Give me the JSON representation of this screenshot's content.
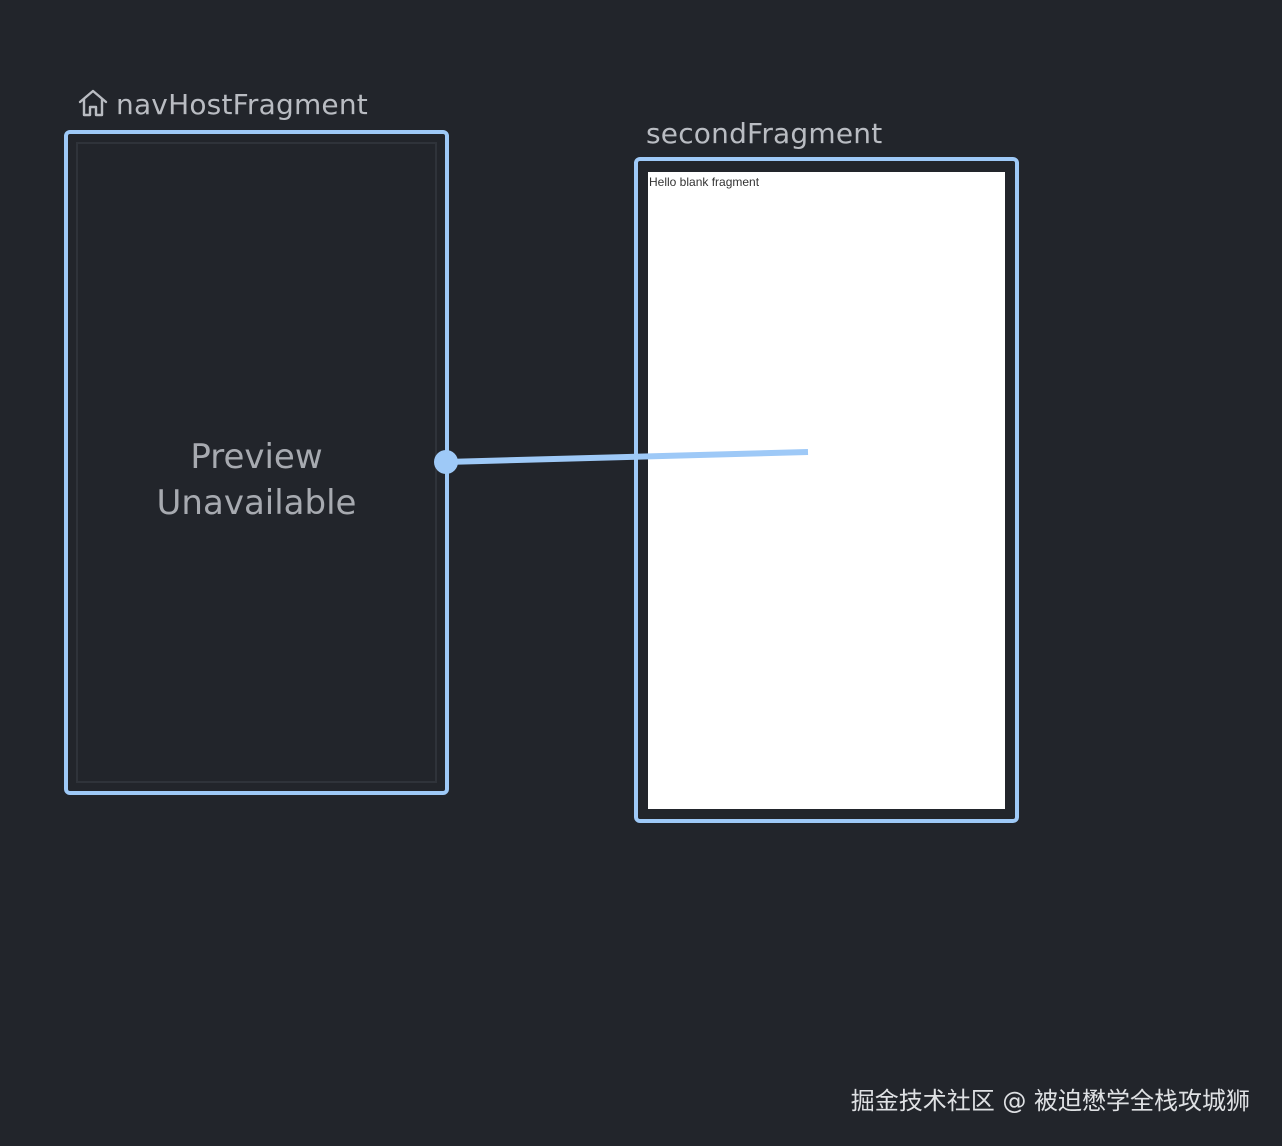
{
  "nav_graph": {
    "start_destination": {
      "label": "navHostFragment",
      "icon": "home-icon",
      "preview_line1": "Preview",
      "preview_line2": "Unavailable"
    },
    "destination": {
      "label": "secondFragment",
      "preview_text": "Hello blank fragment"
    },
    "accent_color": "#9ec9f7",
    "background_color": "#22252b"
  },
  "watermark": {
    "text": "掘金技术社区 @ 被迫懋学全栈攻城狮"
  }
}
